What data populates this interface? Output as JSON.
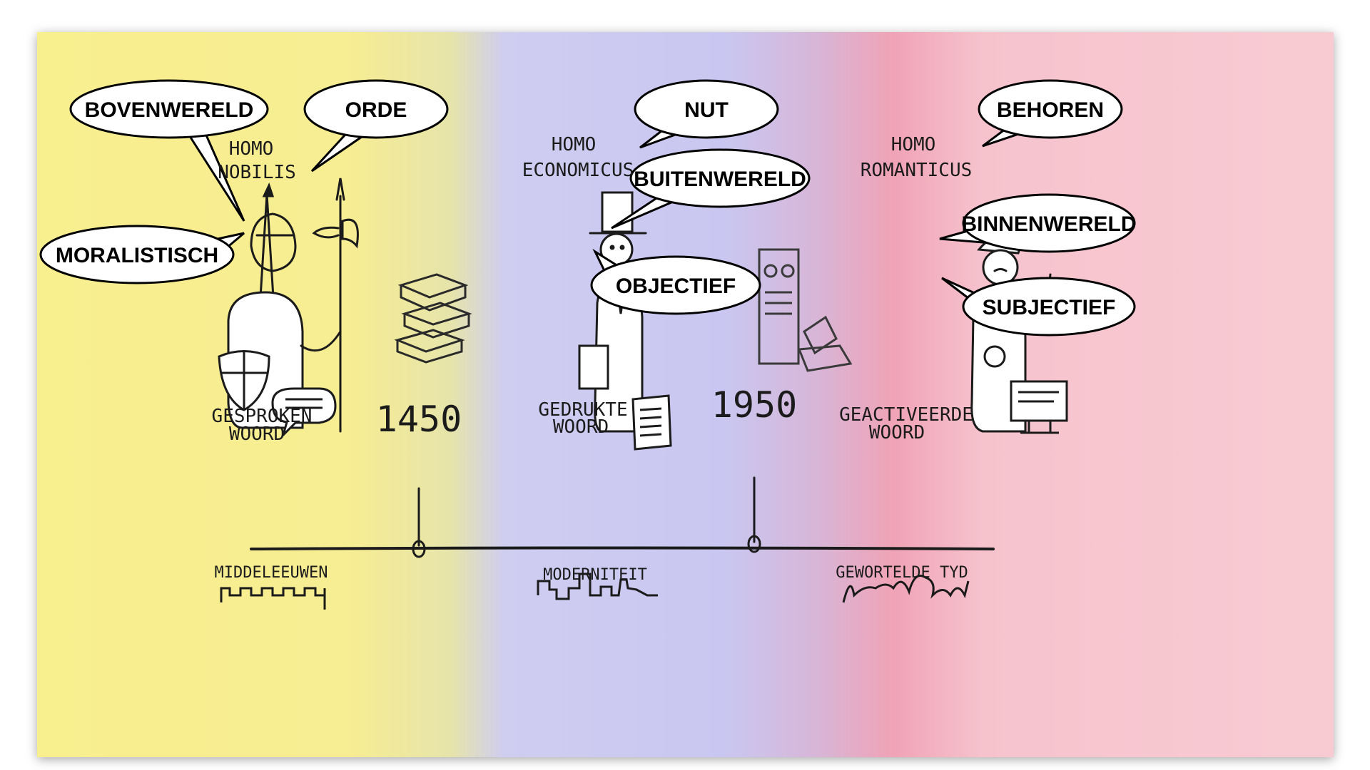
{
  "eras": [
    {
      "figure": "HOMO NOBILIS",
      "figure_lines": [
        "HOMO",
        "NOBILIS"
      ],
      "medium_lines": [
        "GESPROKEN",
        "WOORD"
      ],
      "period": "MIDDELEEUWEN"
    },
    {
      "figure": "HOMO ECONOMICUS",
      "figure_lines": [
        "HOMO",
        "ECONOMICUS"
      ],
      "medium_lines": [
        "GEDRUKTE",
        "WOORD"
      ],
      "period": "MODERNITEIT"
    },
    {
      "figure": "HOMO ROMANTICUS",
      "figure_lines": [
        "HOMO",
        "ROMANTICUS"
      ],
      "medium_lines": [
        "GEACTIVEERDE",
        "WOORD"
      ],
      "period": "GEWORTELDE TYD"
    }
  ],
  "years": [
    "1450",
    "1950"
  ],
  "bubbles": {
    "bovenwereld": "BOVENWERELD",
    "orde": "ORDE",
    "moralistisch": "MORALISTISCH",
    "nut": "NUT",
    "buitenwereld": "BUITENWERELD",
    "objectief": "OBJECTIEF",
    "behoren": "BEHOREN",
    "binnenwereld": "BINNENWERELD",
    "subjectief": "SUBJECTIEF"
  },
  "colors": {
    "yellow": "#f7ee8c",
    "lavender": "#c9c7f1",
    "red": "#f0a3b3",
    "pink": "#f7c6cf",
    "ink": "#1b1b1b"
  },
  "icons": [
    "knight-figure",
    "halberd",
    "shield",
    "books",
    "top-hat-figure",
    "newspaper",
    "computer-terminal",
    "laptop",
    "beret-figure",
    "monitor",
    "castle-skyline",
    "city-skyline",
    "organic-skyline"
  ]
}
